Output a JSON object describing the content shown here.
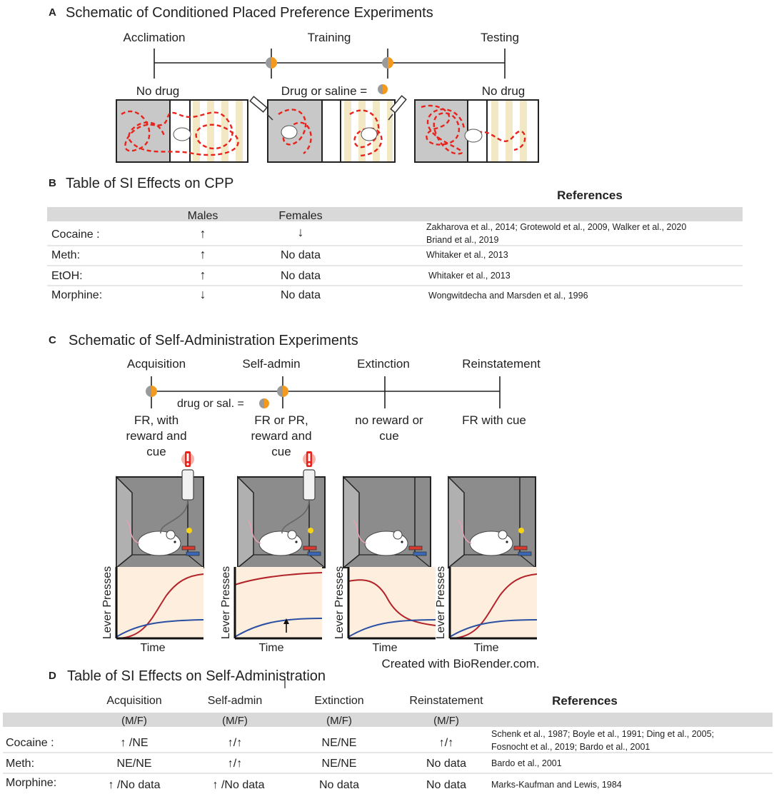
{
  "panel_a": {
    "letter": "A",
    "title": "Schematic of Conditioned Placed Preference Experiments",
    "phases": [
      "Acclimation",
      "Training",
      "Testing"
    ],
    "box_labels": [
      "No drug",
      "Drug or saline =",
      "No drug"
    ]
  },
  "panel_b": {
    "letter": "B",
    "title": "Table of SI Effects on CPP",
    "headers": {
      "males": "Males",
      "females": "Females",
      "references": "References"
    },
    "rows": [
      {
        "drug": "Cocaine :",
        "males": "↑",
        "females": "↓",
        "ref1": "Zakharova et al., 2014; Grotewold et al., 2009, Walker et al., 2020",
        "ref2": "Briand et al., 2019"
      },
      {
        "drug": "Meth:",
        "males": "↑",
        "females": "No data",
        "ref1": "Whitaker et al., 2013"
      },
      {
        "drug": "EtOH:",
        "males": "↑",
        "females": "No data",
        "ref1": "Whitaker et al., 2013"
      },
      {
        "drug": "Morphine:",
        "males": "↓",
        "females": "No data",
        "ref1": "Wongwitdecha and Marsden et al., 1996"
      }
    ]
  },
  "panel_c": {
    "letter": "C",
    "title": "Schematic of Self-Administration Experiments",
    "phases": [
      "Acquisition",
      "Self-admin",
      "Extinction",
      "Reinstatement"
    ],
    "legend": "drug or sal. =",
    "desc": [
      [
        "FR, with",
        "reward and",
        "cue"
      ],
      [
        "FR or PR,",
        "reward and",
        "cue"
      ],
      [
        "no reward or",
        "cue"
      ],
      [
        "FR with cue"
      ]
    ],
    "ylabel": "Lever Presses",
    "xlabel": "Time",
    "credit": "Created with BioRender.com."
  },
  "panel_d": {
    "letter": "D",
    "title": "Table of SI Effects on Self-Administration",
    "headers": [
      "Acquisition",
      "Self-admin",
      "Extinction",
      "Reinstatement"
    ],
    "subheader": "(M/F)",
    "ref_header": "References",
    "rows": [
      {
        "drug": "Cocaine :",
        "acq": "↑ /NE",
        "sa": "↑/↑",
        "ext": "NE/NE",
        "rein": "↑/↑",
        "ref1": "Schenk et al., 1987; Boyle et al., 1991; Ding et al., 2005;",
        "ref2": "Fosnocht et al., 2019; Bardo et al., 2001"
      },
      {
        "drug": "Meth:",
        "acq": "NE/NE",
        "sa": "↑/↑",
        "ext": "NE/NE",
        "rein": "No data",
        "ref1": "Bardo et al., 2001"
      },
      {
        "drug": "Morphine:",
        "acq": "↑ /No data",
        "sa": "↑ /No data",
        "ext": "No data",
        "rein": "No data",
        "ref1": "Marks-Kaufman and Lewis, 1984"
      }
    ]
  },
  "colors": {
    "red_path": "#e8231c",
    "orange": "#f39a1e",
    "gray_box": "#c8c8c8",
    "stripe": "#f3e8c4",
    "plot_bg": "#fdeedd",
    "red_curve": "#b3232a",
    "blue_curve": "#2b4fa3",
    "table_band": "#d9d9d9",
    "chamber": "#8c8c8c"
  }
}
